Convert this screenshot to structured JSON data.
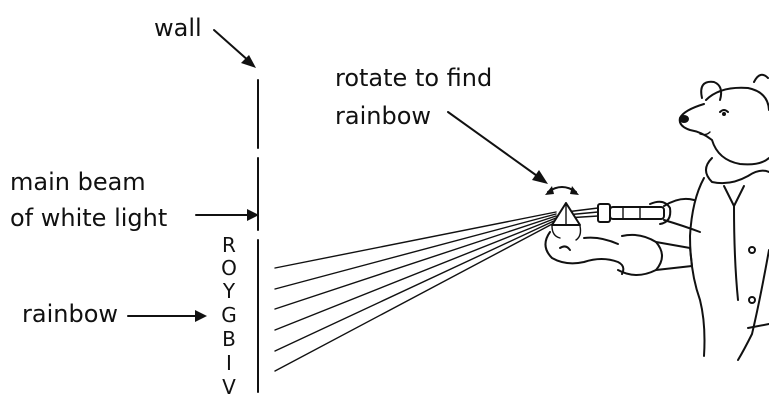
{
  "labels": {
    "wall": "wall",
    "rotate_line1": "rotate to find",
    "rotate_line2": "rainbow",
    "main_beam_line1": "main beam",
    "main_beam_line2": "of white light",
    "rainbow": "rainbow"
  },
  "spectrum": [
    "R",
    "O",
    "Y",
    "G",
    "B",
    "I",
    "V"
  ],
  "colors": {
    "ink": "#111111",
    "background": "#ffffff"
  }
}
